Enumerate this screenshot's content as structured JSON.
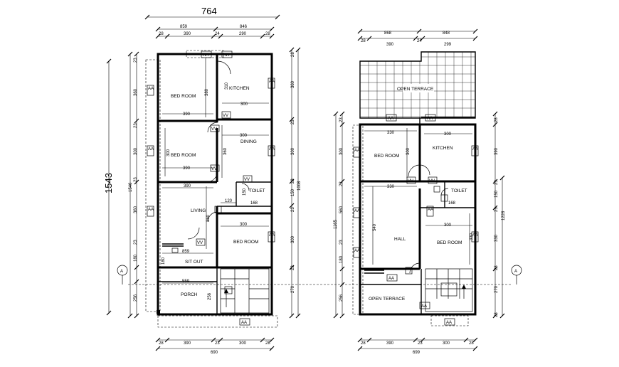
{
  "overall": {
    "width": "764",
    "height": "1543"
  },
  "ground": {
    "top_dims": {
      "row1": [
        "859",
        "846"
      ],
      "row2": [
        "28",
        "390",
        "24",
        "290",
        "28"
      ]
    },
    "bottom_dims": {
      "row1": [
        "28",
        "390",
        "23",
        "300",
        "28"
      ],
      "row2": [
        "690"
      ]
    },
    "left_dims": [
      "23",
      "360",
      "23",
      "300",
      "23",
      "360",
      "23",
      "180",
      "256"
    ],
    "left_total": "1546",
    "right_dims": [
      "28",
      "360",
      "23",
      "300",
      "23",
      "150",
      "23",
      "300",
      "23",
      "270"
    ],
    "right_total": "1008",
    "rooms": {
      "bedroom1": "BED ROOM",
      "kitchen": "KITCHEN",
      "bedroom2": "BED ROOM",
      "dining": "DINING",
      "toilet": "TOILET",
      "living": "LIVING",
      "bedroom3": "BED ROOM",
      "sitout": "SIT OUT",
      "porch": "PORCH"
    },
    "inner_dims": {
      "bed1_w": "390",
      "bed1_h": "380",
      "kit_w": "300",
      "kit_h": "310",
      "bed2_w": "390",
      "bed2_h": "300",
      "dining_w": "300",
      "dining_h": "360",
      "toilet_w": "120",
      "toilet_h": "168",
      "toilet_d": "150",
      "living_w": "390",
      "living_h": "360",
      "bed3_w": "300",
      "sitout_w": "859",
      "sitout_h": "180",
      "porch_w": "559",
      "porch_h": "256"
    }
  },
  "first": {
    "top_dims": {
      "row1": [
        "868",
        "848"
      ],
      "row2": [
        "28",
        "390",
        "24",
        "299"
      ]
    },
    "bottom_dims": {
      "row1": [
        "28",
        "390",
        "23",
        "300",
        "28"
      ],
      "row2": [
        "699"
      ]
    },
    "left_dims": [
      "23",
      "300",
      "23",
      "560",
      "23",
      "180",
      "256"
    ],
    "left_total": "1165",
    "right_dims": [
      "28",
      "390",
      "23",
      "150",
      "23",
      "330",
      "23",
      "270",
      "23"
    ],
    "right_total": "1228",
    "rooms": {
      "terrace_top": "OPEN TERRACE",
      "bedroom1": "BED ROOM",
      "kitchen": "KITCHEN",
      "toilet": "TOILET",
      "hall": "HALL",
      "bedroom2": "BED ROOM",
      "terrace_bottom": "OPEN TERRACE"
    },
    "inner_dims": {
      "bed1_w": "330",
      "bed1_h": "300",
      "kit_w": "300",
      "hall_w": "330",
      "hall_h": "540",
      "toilet_w": "168",
      "bed2_w": "300",
      "bed2_h": "330"
    }
  },
  "tags": {
    "window": "AA",
    "door": "VV"
  },
  "section_marker": "A"
}
